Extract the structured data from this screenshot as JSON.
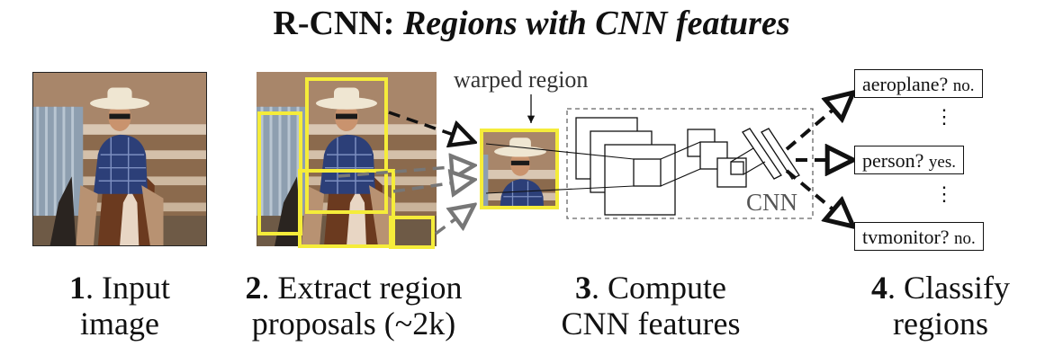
{
  "title": {
    "bold": "R-CNN:",
    "italic": "Regions with CNN features"
  },
  "diagram": {
    "warped_label": "warped region",
    "cnn_label": "CNN",
    "classes": [
      {
        "label": "aeroplane?",
        "answer": "no."
      },
      {
        "label": "person?",
        "answer": "yes."
      },
      {
        "label": "tvmonitor?",
        "answer": "no."
      }
    ],
    "ellipsis": "⋮"
  },
  "steps": [
    {
      "number": "1",
      "line1": ". Input",
      "line2": "image"
    },
    {
      "number": "2",
      "line1": ". Extract region",
      "line2": "proposals (~2k)"
    },
    {
      "number": "3",
      "line1": ". Compute",
      "line2": "CNN features"
    },
    {
      "number": "4",
      "line1": ". Classify",
      "line2": "regions"
    }
  ],
  "colors": {
    "proposal_box": "#f5ec3a",
    "arrow_dark": "#111111",
    "arrow_gray": "#777777"
  }
}
